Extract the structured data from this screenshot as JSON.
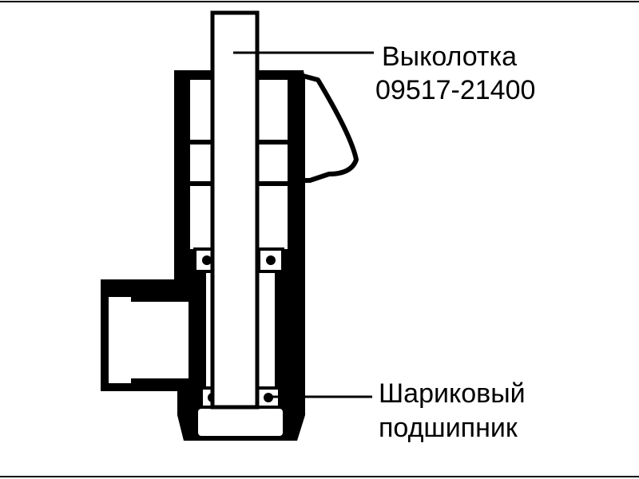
{
  "callouts": {
    "punch": {
      "name": "Выколотка",
      "part_number": "09517-21400"
    },
    "bearing": {
      "line1": "Шариковый",
      "line2": "подшипник"
    }
  },
  "colors": {
    "ink": "#000000",
    "paper": "#ffffff"
  }
}
